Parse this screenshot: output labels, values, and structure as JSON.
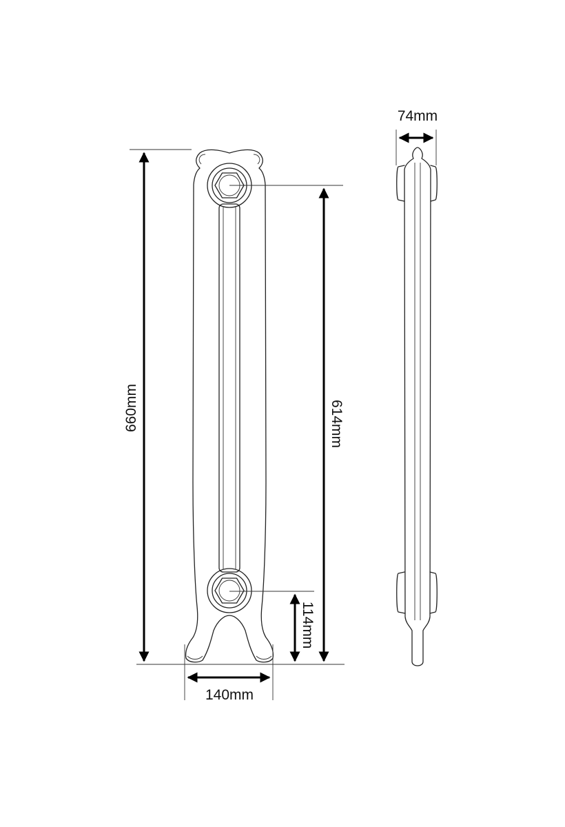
{
  "diagram": {
    "colors": {
      "line": "#222222",
      "dimension": "#000000",
      "background": "#ffffff"
    },
    "dimensions": {
      "overall_height": "660mm",
      "pipe_centres": "614mm",
      "lower_connection_height": "114mm",
      "width": "140mm",
      "depth": "74mm"
    }
  }
}
